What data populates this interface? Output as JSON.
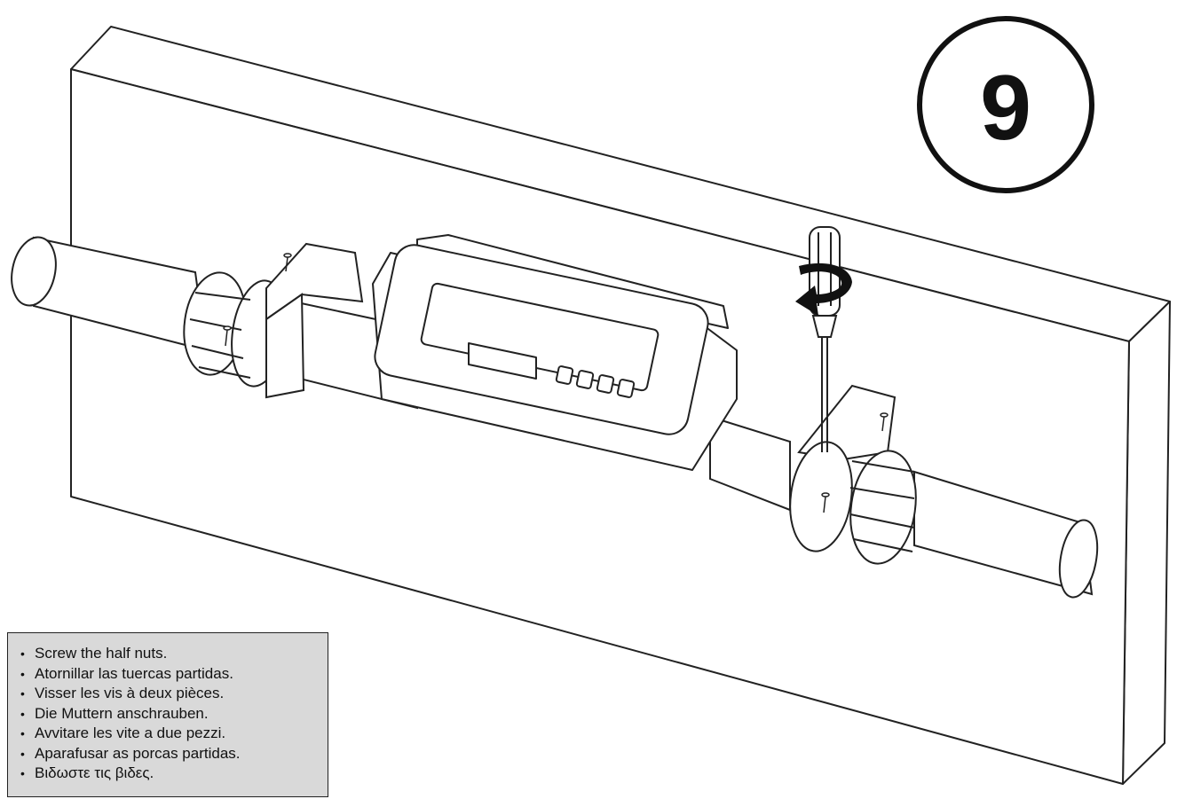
{
  "step": {
    "number": "9"
  },
  "instructions": [
    "Screw the half nuts.",
    "Atornillar las tuercas partidas.",
    "Visser les vis à deux pièces.",
    "Die Muttern anschrauben.",
    "Avvitare les vite a due pezzi.",
    "Aparafusar as porcas partidas.",
    "Βιδωστε τις βιδες."
  ],
  "icons": [
    "screwdriver-icon",
    "rotation-arrow-icon",
    "bullet-icon"
  ],
  "colors": {
    "line": "#222222",
    "caption_bg": "#d9d9d9"
  }
}
